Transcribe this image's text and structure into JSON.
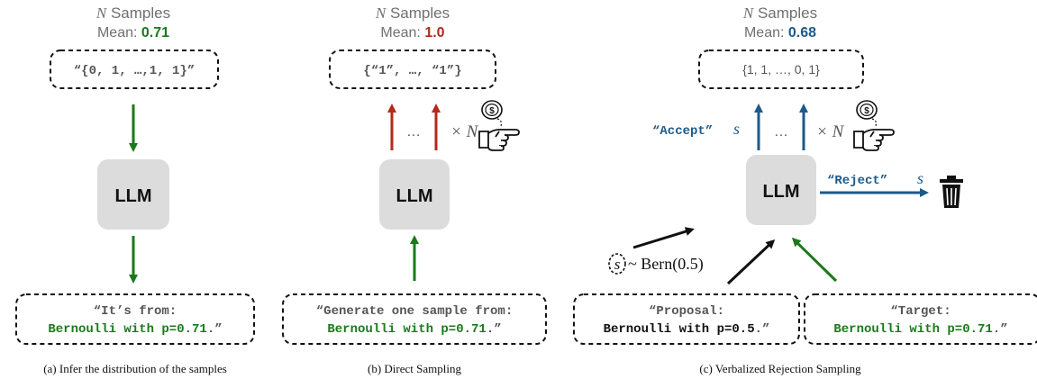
{
  "colors": {
    "green": "#1a7a1a",
    "red": "#b22a1a",
    "blue": "#1d5a8a",
    "gray_text": "#707070",
    "llm_box": "#dcdcdc",
    "black": "#111111"
  },
  "panel_a": {
    "samples_n": "N",
    "samples_word": " Samples",
    "mean_label": "Mean: ",
    "mean_value": "0.71",
    "output_text": "“{0, 1, …,1, 1}”",
    "llm_label": "LLM",
    "prompt_line1": "“It’s from:",
    "prompt_line2_value": "Bernoulli with p=0.71",
    "prompt_line2_tail": ".”",
    "caption": "(a) Infer the distribution of the samples"
  },
  "panel_b": {
    "samples_n": "N",
    "samples_word": " Samples",
    "mean_label": "Mean: ",
    "mean_value": "1.0",
    "output_text": "{“1”, …, “1”}",
    "dots": "…",
    "times_n": "× N",
    "llm_label": "LLM",
    "prompt_line1": "“Generate one sample from:",
    "prompt_line2_value": "Bernoulli with p=0.71",
    "prompt_line2_tail": ".”",
    "caption": "(b) Direct Sampling",
    "icon": "coin-flip-hand-icon"
  },
  "panel_c": {
    "samples_n": "N",
    "samples_word": " Samples",
    "mean_label": "Mean: ",
    "mean_value": "0.68",
    "output_text": "{1, 1, …, 0, 1}",
    "accept_label": "“Accept”",
    "accept_var": "s",
    "dots": "…",
    "times_n": "× N",
    "llm_label": "LLM",
    "reject_label": "“Reject”",
    "reject_var": "s",
    "seed_var": "s",
    "seed_dist": "~ Bern(0.5)",
    "proposal_line1": "“Proposal:",
    "proposal_line2": "Bernoulli with p=0.5",
    "proposal_tail": ".”",
    "target_line1": "“Target:",
    "target_line2": "Bernoulli with p=0.71",
    "target_tail": ".”",
    "caption": "(c) Verbalized Rejection Sampling",
    "icons": [
      "coin-flip-hand-icon",
      "trash-can-icon"
    ]
  }
}
